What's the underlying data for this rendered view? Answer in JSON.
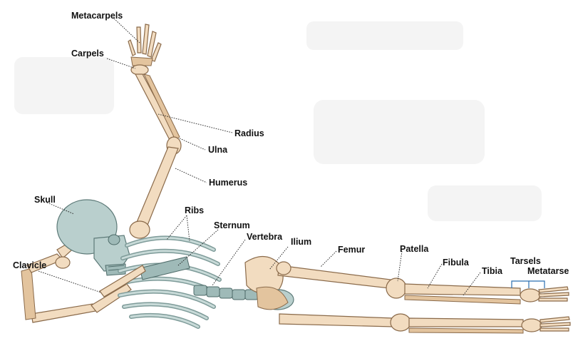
{
  "labels": {
    "metacarpels": "Metacarpels",
    "carpels": "Carpels",
    "radius": "Radius",
    "ulna": "Ulna",
    "humerus": "Humerus",
    "skull": "Skull",
    "ribs": "Ribs",
    "sternum": "Sternum",
    "vertebra": "Vertebra",
    "ilium": "Ilium",
    "clavicle": "Clavicle",
    "femur": "Femur",
    "patella": "Patella",
    "fibula": "Fibula",
    "tibia": "Tibia",
    "tarsels": "Tarsels",
    "metatarsels": "Metatarse"
  },
  "colors": {
    "limb_bone": "#f2dcc0",
    "axial_bone": "#b9cfcd",
    "tarsel_bracket": "#2a6fb0"
  }
}
